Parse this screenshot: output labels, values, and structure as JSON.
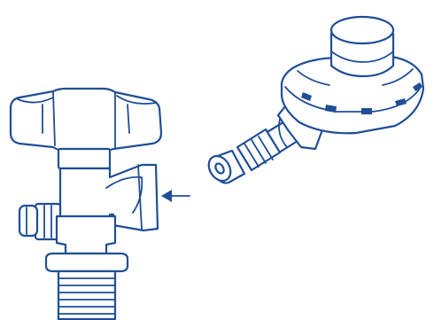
{
  "colors": {
    "ink": "#1f4e96",
    "background": "#ffffff"
  },
  "diagram": {
    "parts": [
      {
        "name": "cylinder-valve",
        "icon": "cylinder-valve-icon"
      },
      {
        "name": "gas-regulator",
        "icon": "gas-regulator-icon"
      },
      {
        "name": "connection-arrow",
        "icon": "arrow-left-icon"
      }
    ]
  }
}
